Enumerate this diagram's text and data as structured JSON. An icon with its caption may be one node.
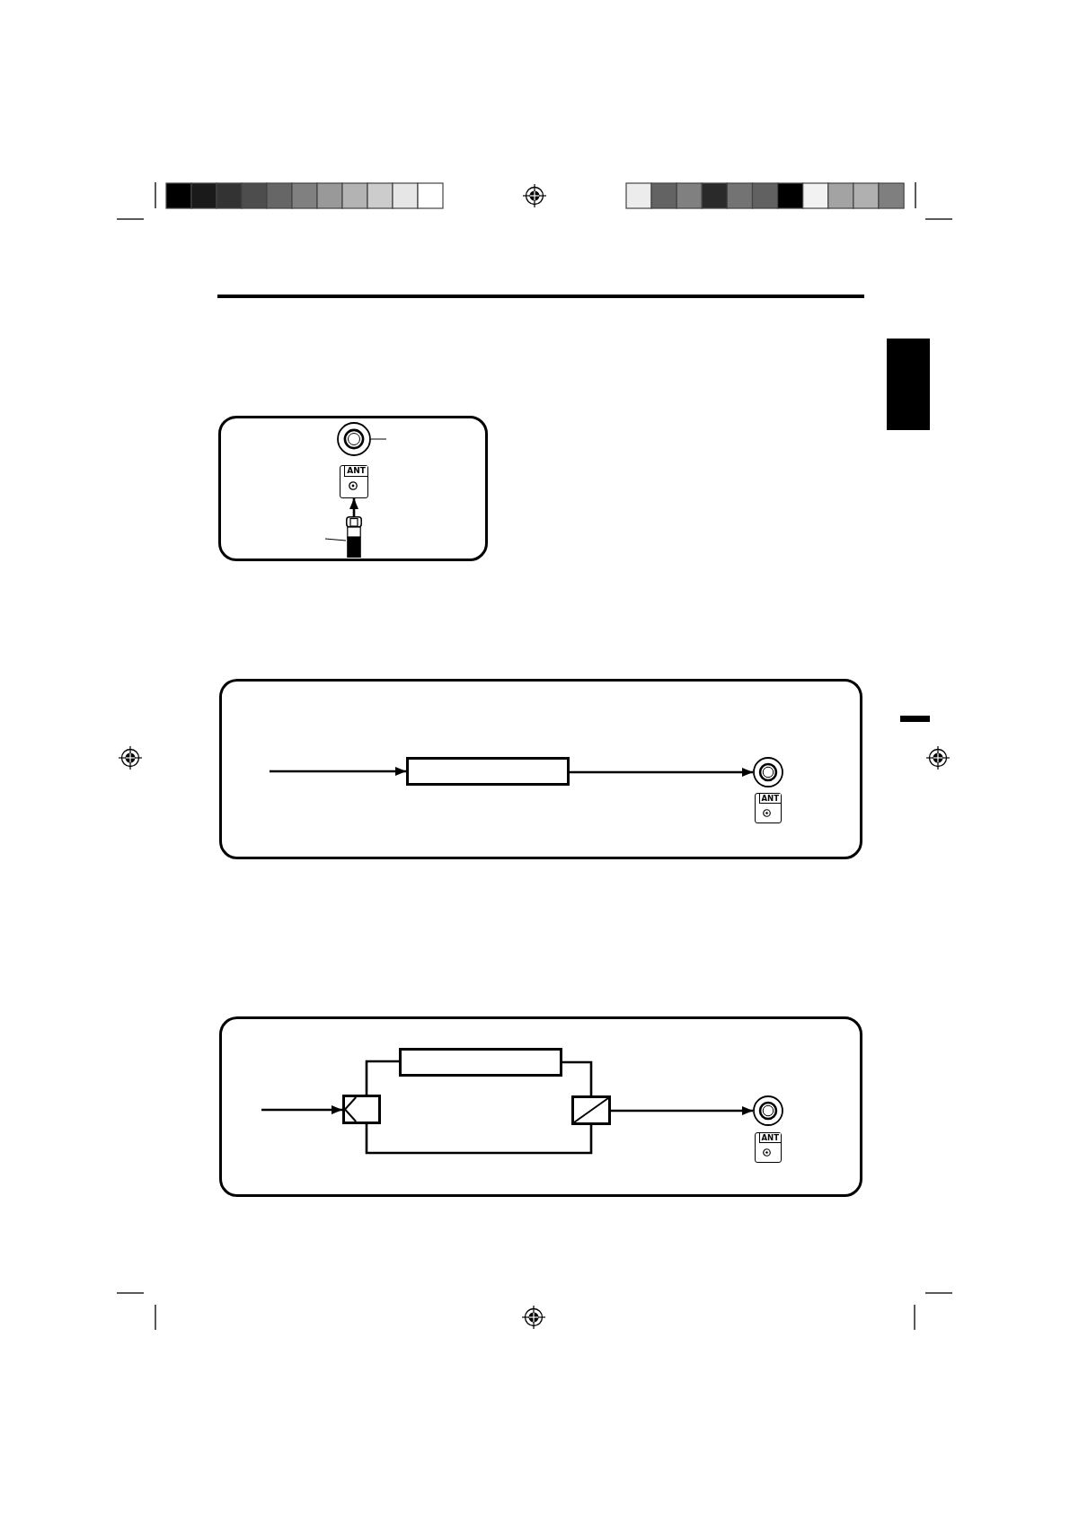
{
  "diagram": {
    "nodes": [
      {
        "text": [],
        "shape": "box"
      },
      {
        "text": [],
        "shape": "box"
      },
      {
        "text": [],
        "shape": "circle",
        "in": 1
      },
      {
        "text": [
          "ANT"
        ],
        "in": 1
      },
      {
        "text": [],
        "shape": "picture",
        "in": 1
      },
      {
        "text": [],
        "shape": "box"
      },
      {
        "text": [],
        "shape": "box",
        "in": 5
      },
      {
        "text": [],
        "shape": "circle",
        "in": 5
      },
      {
        "text": [
          "ANT"
        ],
        "in": 5
      },
      {
        "text": [],
        "shape": "box"
      },
      {
        "text": [],
        "shape": "box",
        "in": 9
      },
      {
        "text": [],
        "shape": "box",
        "in": 9
      },
      {
        "text": [],
        "shape": "box",
        "in": 9
      },
      {
        "text": [],
        "shape": "circle",
        "in": 9
      },
      {
        "text": [
          "ANT"
        ],
        "in": 9
      }
    ],
    "edges": [
      {
        "from": null,
        "to": 2,
        "arrow": "none"
      },
      {
        "from": null,
        "to": 4,
        "arrow": "none"
      },
      {
        "from": 4,
        "to": 3,
        "arrow": "to"
      },
      {
        "from": null,
        "to": 6,
        "arrow": "to"
      },
      {
        "from": 6,
        "to": 7,
        "arrow": "to"
      },
      {
        "from": null,
        "to": 10,
        "arrow": "to"
      },
      {
        "from": 10,
        "to": 11,
        "arrow": "none"
      },
      {
        "from": 11,
        "to": 12,
        "arrow": "none"
      },
      {
        "from": 10,
        "to": 12,
        "arrow": "none"
      },
      {
        "from": 12,
        "to": 13,
        "arrow": "to"
      }
    ]
  }
}
